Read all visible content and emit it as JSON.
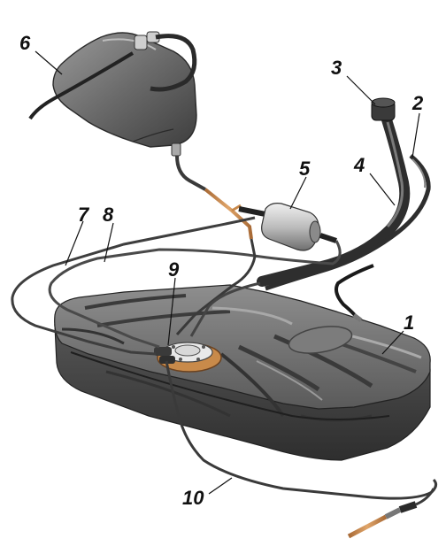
{
  "callouts": {
    "c1": "1",
    "c2": "2",
    "c3": "3",
    "c4": "4",
    "c5": "5",
    "c6": "6",
    "c7": "7",
    "c8": "8",
    "c9": "9",
    "c10": "10"
  },
  "colors": {
    "tank_body": "#5f5f5f",
    "tank_light": "#8a8a8a",
    "tank_dark": "#3c3c3c",
    "hose": "#3a3a3a",
    "tube_metal": "#4a4a4a",
    "copper": "#c8884a",
    "filter": "#c9c9c9",
    "leader": "#111111"
  }
}
